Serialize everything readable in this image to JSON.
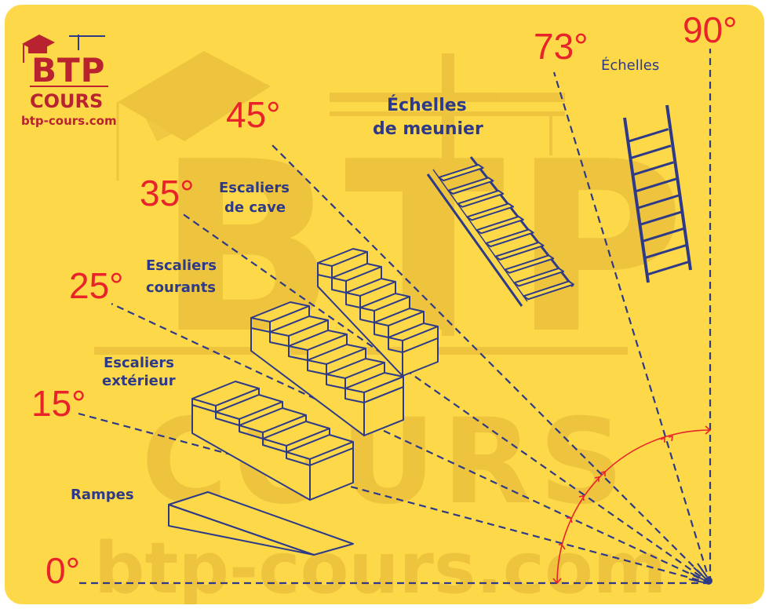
{
  "brand": {
    "letters": "BTP",
    "subtitle": "COURS",
    "url": "btp-cours.com"
  },
  "watermark": {
    "letters": "BTP",
    "word": "COURS",
    "url": "btp-cours.com"
  },
  "angles": {
    "a0": "0°",
    "a15": "15°",
    "a25": "25°",
    "a35": "35°",
    "a45": "45°",
    "a73": "73°",
    "a90": "90°"
  },
  "categories": {
    "rampes": "Rampes",
    "exterieur_1": "Escaliers",
    "exterieur_2": "extérieur",
    "courants_1": "Escaliers",
    "courants_2": "courants",
    "cave_1": "Escaliers",
    "cave_2": "de cave",
    "meunier_1": "Échelles",
    "meunier_2": "de meunier",
    "echelles": "Échelles"
  },
  "colors": {
    "background": "#fdd94a",
    "angle_text": "#e8232a",
    "label_text": "#2e3a87",
    "lines": "#2e3a87",
    "arc": "#e8232a",
    "watermark": "#e9bd3c"
  }
}
